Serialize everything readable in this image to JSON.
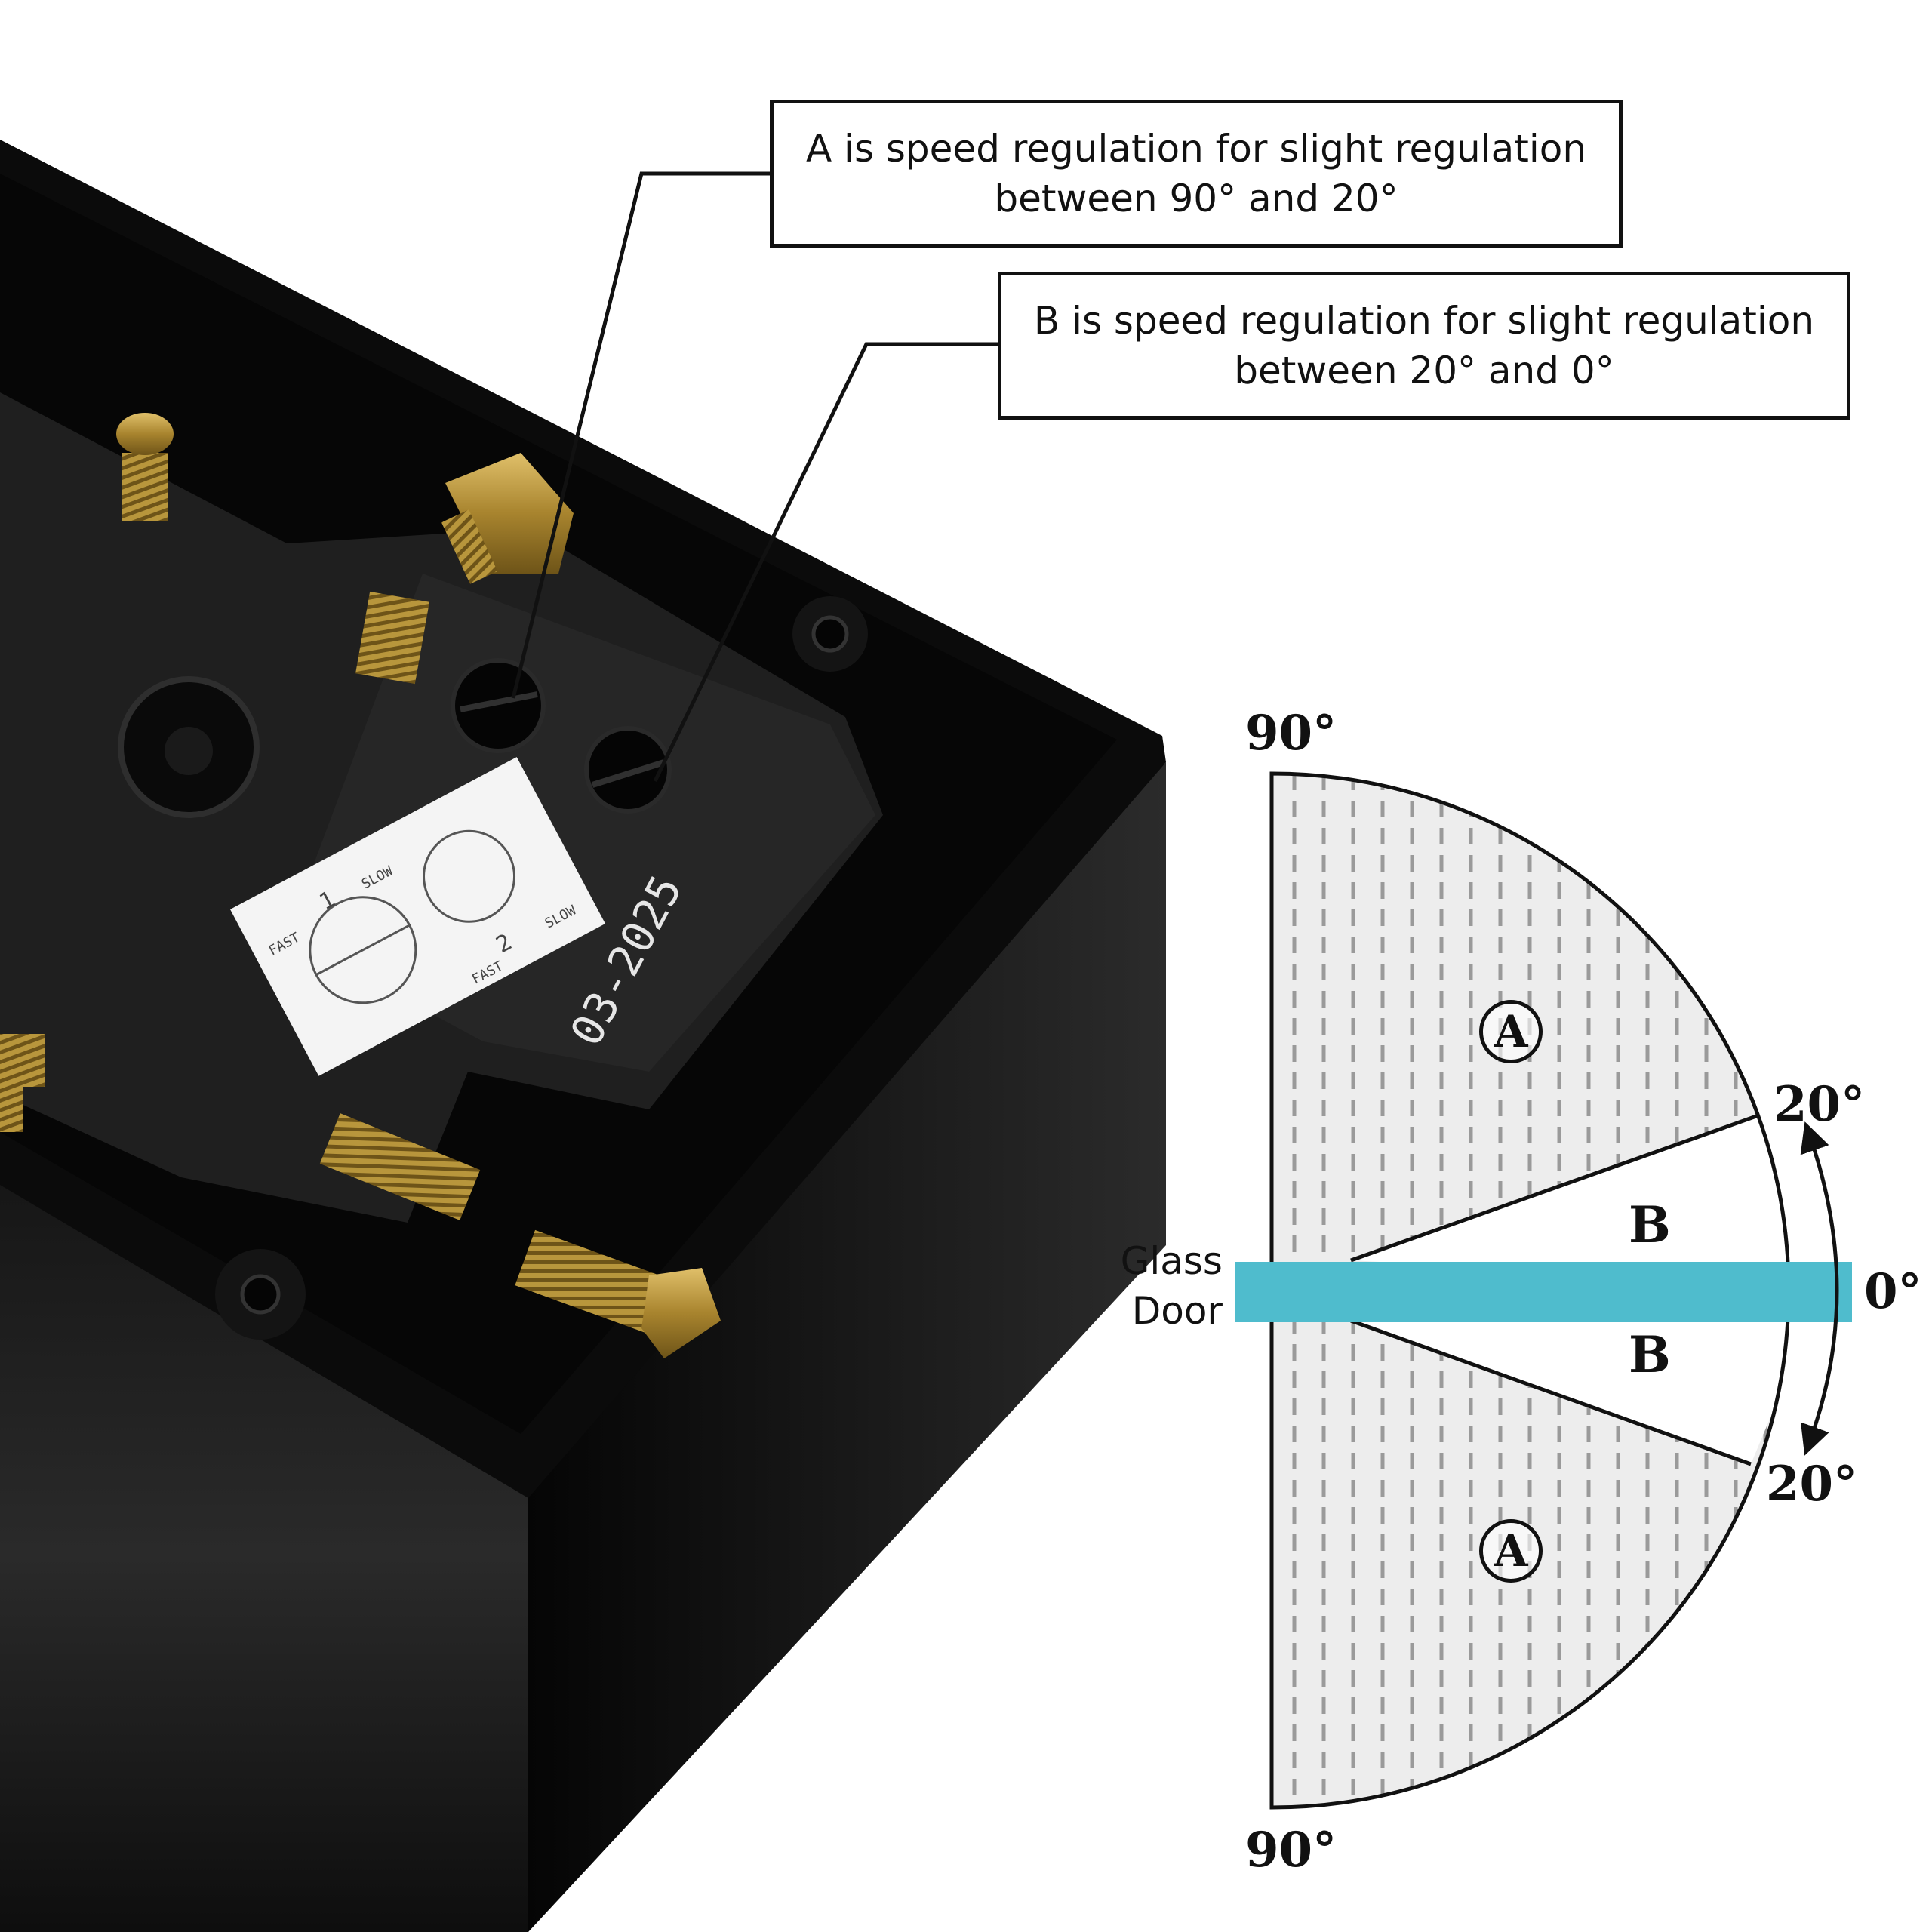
{
  "callouts": {
    "a_line1": "A is speed regulation for slight regulation",
    "a_line2": "between 90° and 20°",
    "b_line1": "B is speed regulation for slight regulation",
    "b_line2": "between 20° and 0°"
  },
  "diagram": {
    "angle_top": "90°",
    "angle_bottom": "90°",
    "angle_upper_20": "20°",
    "angle_lower_20": "20°",
    "angle_zero": "0°",
    "sector_a_top": "A",
    "sector_a_bottom": "A",
    "sector_b_top": "B",
    "sector_b_bottom": "B",
    "door_label_line1": "Glass",
    "door_label_line2": "Door"
  },
  "product": {
    "stamp_date": "03-2025",
    "label_fast_1": "FAST",
    "label_slow_1": "SLOW",
    "label_fast_2": "FAST",
    "label_slow_2": "SLOW",
    "label_num_1": "1",
    "label_num_2": "2"
  },
  "colors": {
    "glass": "#4fbccd",
    "box_black": "#0d0d0d",
    "brass": "#b8963c",
    "hatch": "#9a9a9a"
  }
}
